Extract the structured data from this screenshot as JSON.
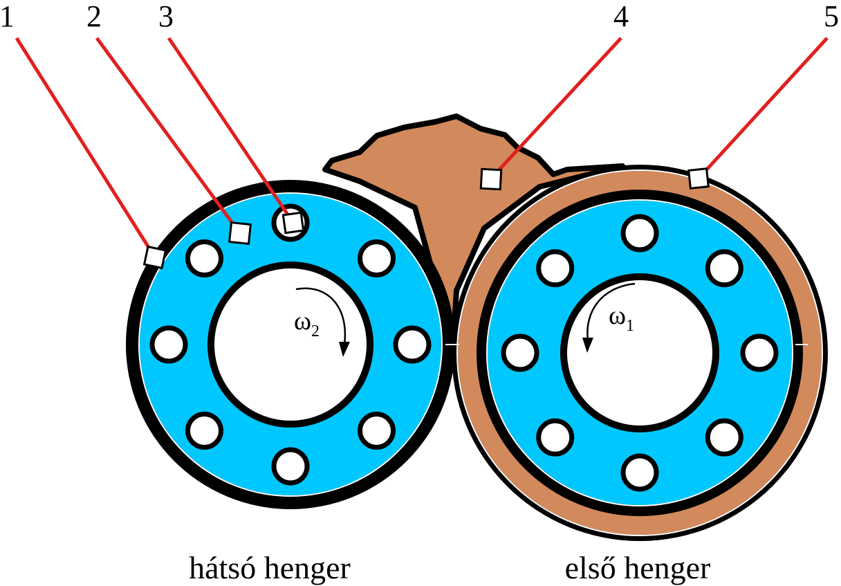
{
  "callouts": [
    "1",
    "2",
    "3",
    "4",
    "5"
  ],
  "rolls": {
    "rear": {
      "label": "hátsó henger",
      "omega": "ω",
      "omega_sub": "2"
    },
    "front": {
      "label": "első henger",
      "omega": "ω",
      "omega_sub": "1"
    }
  },
  "colors": {
    "sleeve": "#00c8ff",
    "material": "#d28a5c",
    "leader": "#e02020",
    "outline": "#000000"
  }
}
